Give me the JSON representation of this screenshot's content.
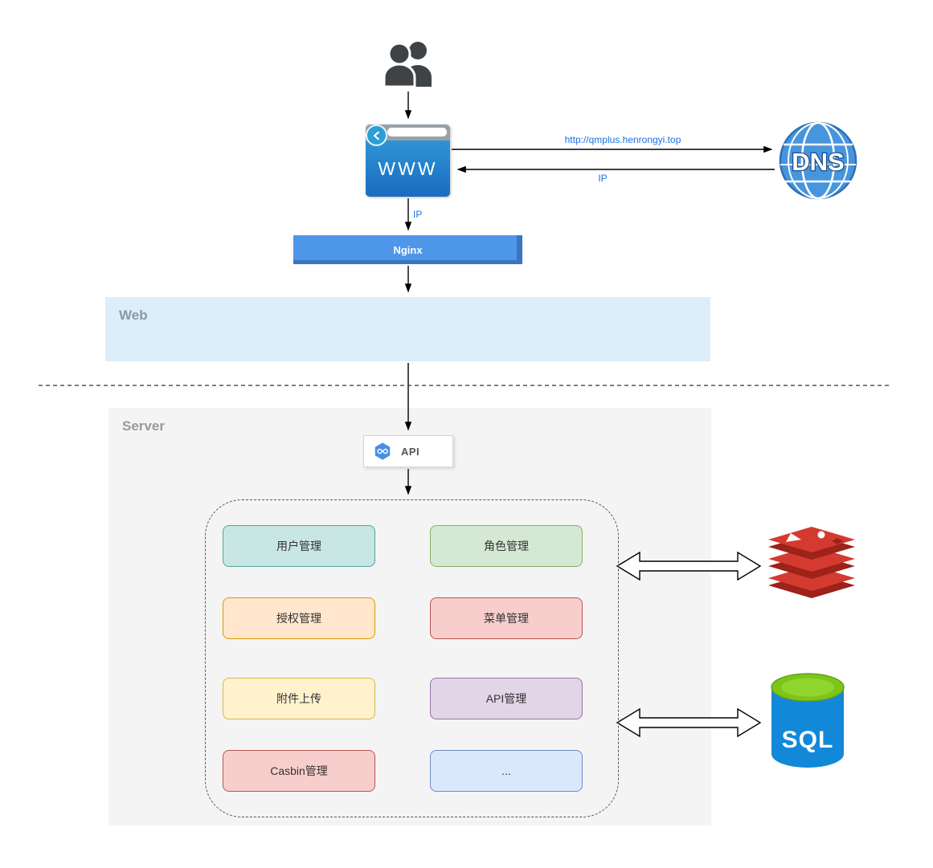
{
  "diagram": {
    "browser": {
      "label": "WWW"
    },
    "dns": {
      "label": "DNS"
    },
    "connections": {
      "url": "http://qmplus.henrongyi.top",
      "ip_return": "IP",
      "ip_down": "IP"
    },
    "nginx": {
      "label": "Nginx"
    },
    "web_region": {
      "label": "Web"
    },
    "server_region": {
      "label": "Server"
    },
    "api": {
      "label": "API"
    },
    "modules": [
      {
        "label": "用户管理",
        "bg": "#c8e6e4",
        "border": "#4fa5a0"
      },
      {
        "label": "角色管理",
        "bg": "#d5e8d4",
        "border": "#82b366"
      },
      {
        "label": "授权管理",
        "bg": "#ffe6cc",
        "border": "#d79b00"
      },
      {
        "label": "菜单管理",
        "bg": "#f8cecc",
        "border": "#b85450"
      },
      {
        "label": "附件上传",
        "bg": "#fff2cc",
        "border": "#d6b656"
      },
      {
        "label": "API管理",
        "bg": "#e1d5e7",
        "border": "#9673a6"
      },
      {
        "label": "Casbin管理",
        "bg": "#f8cecc",
        "border": "#b85450"
      },
      {
        "label": "...",
        "bg": "#dae8fc",
        "border": "#6c8ebf"
      }
    ],
    "sql": {
      "label": "SQL"
    },
    "icons": {
      "users": "users-icon",
      "browser_back": "back-arrow-icon",
      "dns_globe": "dns-globe-icon",
      "api_hexagon": "api-hexagon-icon",
      "redis": "redis-icon",
      "sql_database": "sql-database-icon"
    },
    "colors": {
      "accent_blue": "#1a73e8",
      "nginx_bar": "#4e96e8",
      "browser_body": "#1f78c8",
      "web_region_bg": "#ddeefb",
      "server_region_bg": "#f4f4f4"
    }
  }
}
